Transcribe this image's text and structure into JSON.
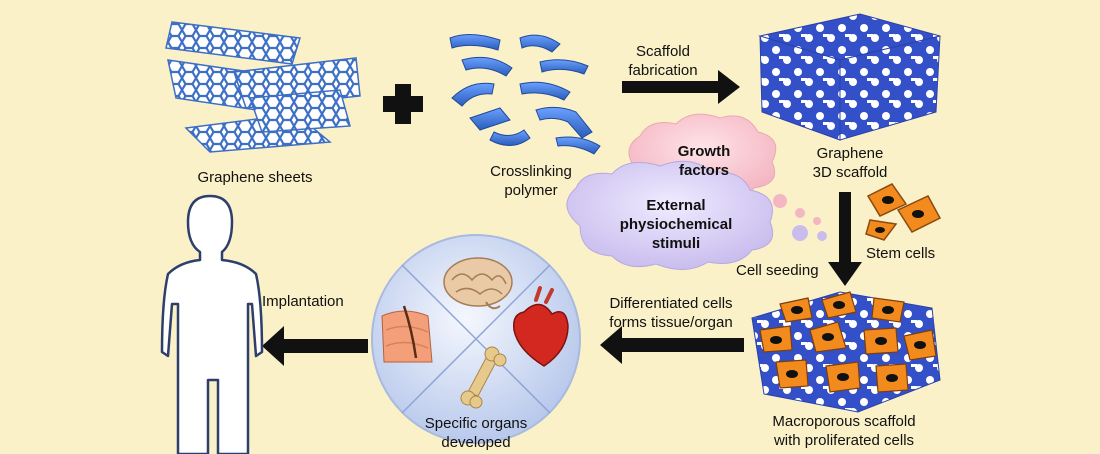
{
  "labels": {
    "graphene_sheets": "Graphene sheets",
    "crosslinking_line1": "Crosslinking",
    "crosslinking_line2": "polymer",
    "scaffold_fab_line1": "Scaffold",
    "scaffold_fab_line2": "fabrication",
    "graphene_3d_line1": "Graphene",
    "graphene_3d_line2": "3D scaffold",
    "stem_cells": "Stem cells",
    "cell_seeding": "Cell seeding",
    "macroporous_line1": "Macroporous scaffold",
    "macroporous_line2": "with proliferated cells",
    "differentiated_line1": "Differentiated cells",
    "differentiated_line2": "forms tissue/organ",
    "specific_line1": "Specific organs",
    "specific_line2": "developed",
    "implantation": "Implantation"
  },
  "clouds": {
    "growth_line1": "Growth",
    "growth_line2": "factors",
    "external_line1": "External",
    "external_line2": "physiochemical",
    "external_line3": "stimuli"
  },
  "colors": {
    "background": "#fbf1c8",
    "arrow": "#111111",
    "graphene_sheet": "#3d6fc4",
    "polymer": "#3a76d8",
    "scaffold": "#3350c8",
    "cell": "#f28a1e",
    "cloud_pink": "#f7c9d0",
    "cloud_lavender": "#d8cdf2",
    "organ_circle": "#cfdaf2",
    "body_outline": "#2d3f6a"
  }
}
